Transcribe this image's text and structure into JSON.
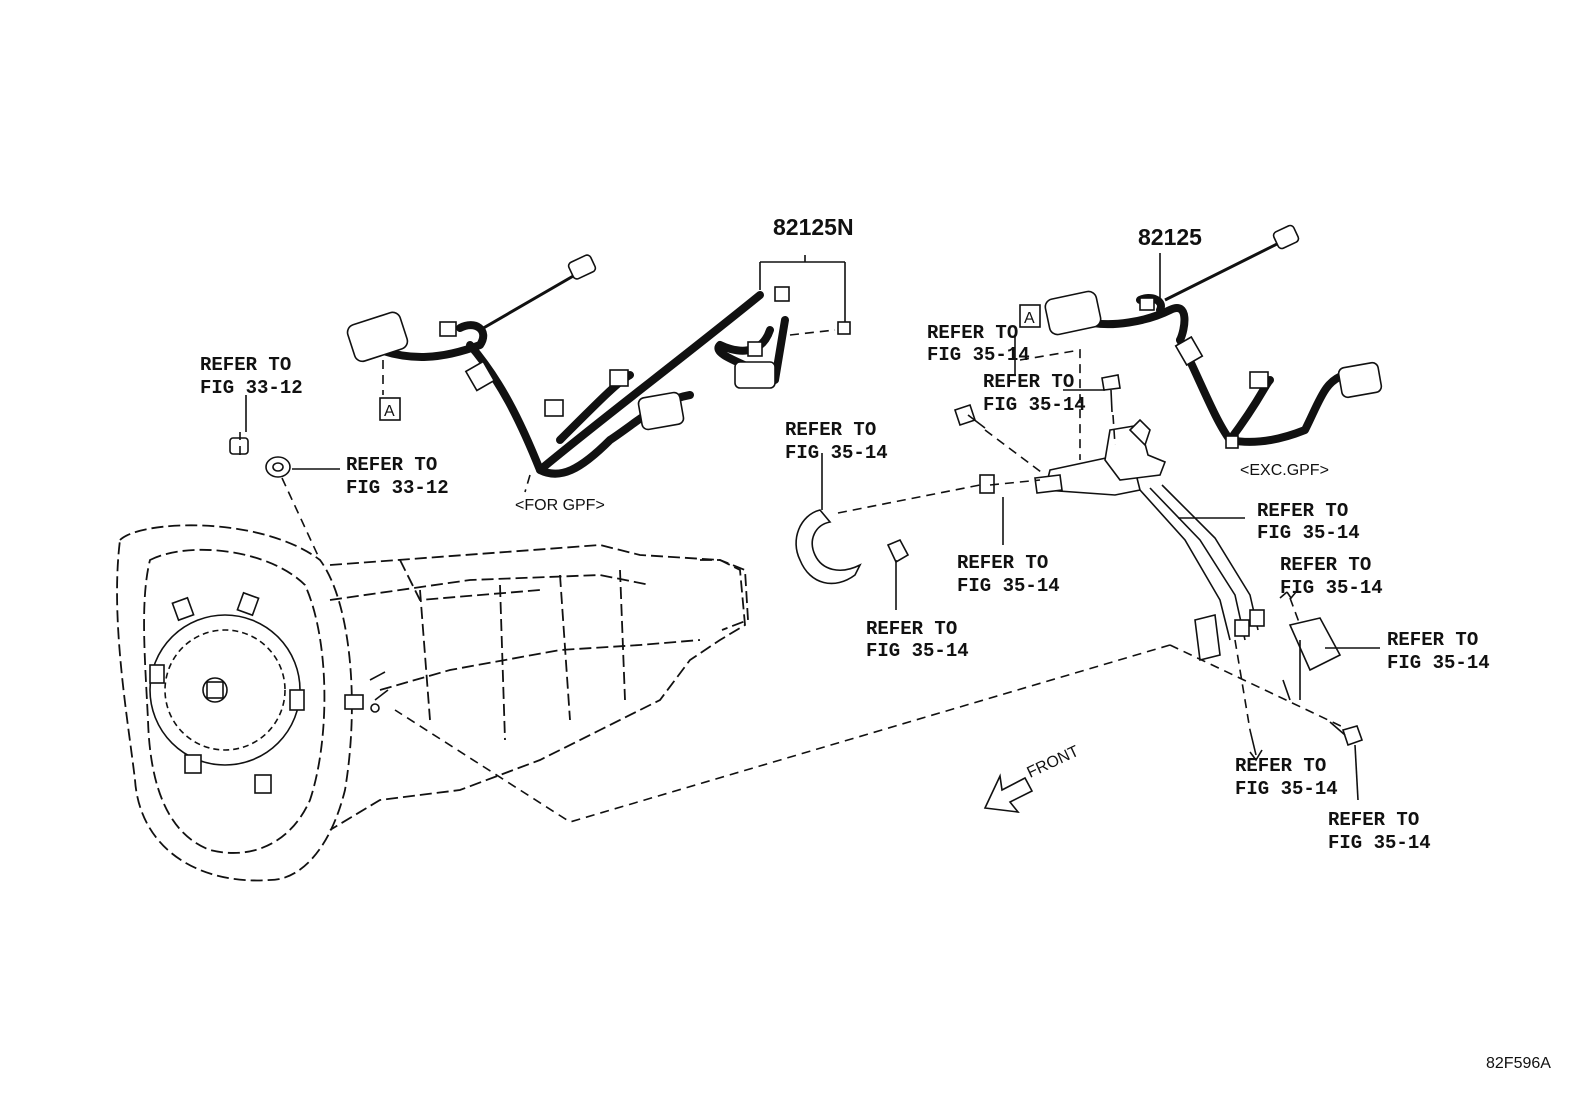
{
  "diagram_id": "82F596A",
  "part_numbers": {
    "harness_gpf": "82125N",
    "harness_exc": "82125"
  },
  "variants": {
    "for_gpf": "<FOR GPF>",
    "exc_gpf": "<EXC.GPF>"
  },
  "connector_marker": "A",
  "front_label": "FRONT",
  "refs": {
    "r1": [
      "REFER TO",
      "FIG 33-12"
    ],
    "r2": [
      "REFER TO",
      "FIG 33-12"
    ],
    "r3": [
      "REFER TO",
      "FIG 35-14"
    ],
    "r4": [
      "REFER TO",
      "FIG 35-14"
    ],
    "r5": [
      "REFER TO",
      "FIG 35-14"
    ],
    "r6": [
      "REFER TO",
      "FIG 35-14"
    ],
    "r7": [
      "REFER TO",
      "FIG 35-14"
    ],
    "r8": [
      "REFER TO",
      "FIG 35-14"
    ],
    "r9": [
      "REFER TO",
      "FIG 35-14"
    ],
    "r10": [
      "REFER TO",
      "FIG 35-14"
    ],
    "r11": [
      "REFER TO",
      "FIG 35-14"
    ],
    "r12": [
      "REFER TO",
      "FIG 35-14"
    ]
  }
}
